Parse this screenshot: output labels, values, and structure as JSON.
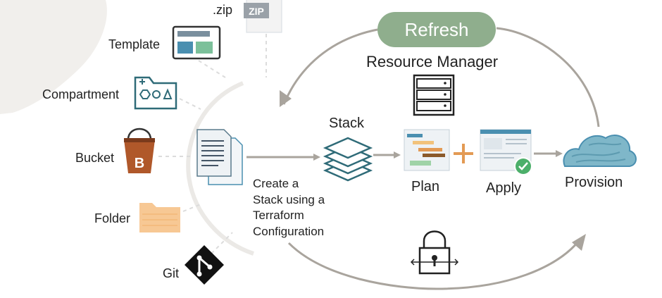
{
  "sources": {
    "zip": ".zip",
    "zip_badge": "ZIP",
    "template": "Template",
    "compartment": "Compartment",
    "bucket": "Bucket",
    "bucket_letter": "B",
    "folder": "Folder",
    "git": "Git"
  },
  "cycle": {
    "refresh": "Refresh",
    "resource_manager": "Resource Manager",
    "stack": "Stack",
    "plan": "Plan",
    "apply": "Apply",
    "provision": "Provision"
  },
  "caption": {
    "line1": "Create a",
    "line2": "Stack using a",
    "line3": "Terraform",
    "line4": "Configuration"
  },
  "colors": {
    "refresh_pill": "#8fae8d",
    "arrow": "#a9a49d",
    "blob": "#f1efec",
    "teal": "#2f6b78",
    "plus": "#e39a54",
    "bucket": "#b0582a",
    "folder": "#f7c894"
  }
}
